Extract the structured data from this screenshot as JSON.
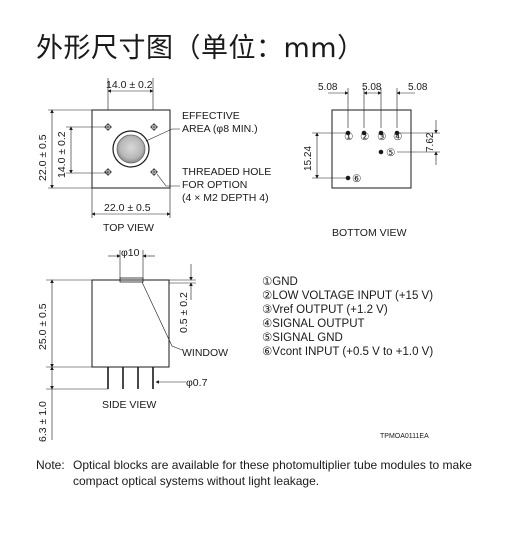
{
  "title": "外形尺寸图（单位：mm）",
  "top_view": {
    "caption": "TOP VIEW",
    "dim_top": "14.0 ± 0.2",
    "dim_bottom": "22.0 ± 0.5",
    "dim_left_outer": "22.0 ± 0.5",
    "dim_left_inner": "14.0 ± 0.2",
    "effective_area_line1": "EFFECTIVE",
    "effective_area_line2": "AREA (φ8 MIN.)",
    "threaded_line1": "THREADED HOLE",
    "threaded_line2": "FOR OPTION",
    "threaded_line3": "(4 × M2 DEPTH 4)"
  },
  "bottom_view": {
    "caption": "BOTTOM VIEW",
    "dim_a": "5.08",
    "dim_b": "5.08",
    "dim_c": "5.08",
    "dim_vertical": "15.24",
    "dim_right": "7.62",
    "pin_numbers": [
      "①",
      "②",
      "③",
      "④",
      "⑤",
      "⑥"
    ]
  },
  "side_view": {
    "caption": "SIDE VIEW",
    "dim_window_width": "φ10",
    "dim_height": "25.0 ± 0.5",
    "dim_window_offset": "0.5 ± 0.2",
    "window_label": "WINDOW",
    "pin_diameter": "φ0.7",
    "pin_length": "6.3 ± 1.0"
  },
  "pin_list": [
    "①GND",
    "②LOW VOLTAGE INPUT (+15 V)",
    "③Vref OUTPUT (+1.2 V)",
    "④SIGNAL OUTPUT",
    "⑤SIGNAL GND",
    "⑥Vcont INPUT (+0.5 V to +1.0 V)"
  ],
  "drawing_code": "TPMOA0111EA",
  "note": {
    "head": "Note:",
    "body": "Optical blocks are available for these photomultiplier tube modules to make compact optical systems without light leakage."
  }
}
